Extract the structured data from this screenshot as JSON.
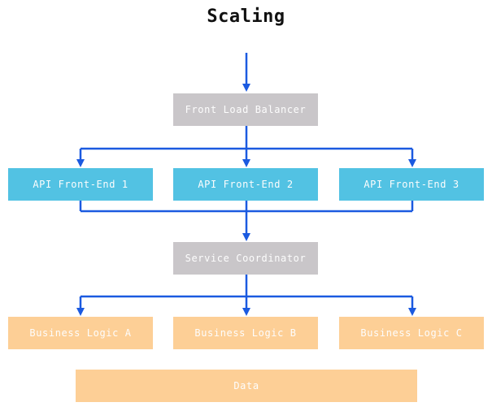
{
  "diagram": {
    "title": "Scaling",
    "type": "flowchart",
    "colors": {
      "arrow": "#1b5ae0",
      "gray_box": "#c9c6c9",
      "cyan_box": "#52c2e3",
      "orange_box": "#fdcf96",
      "label_text": "#fdfdfd",
      "title_text": "#111111"
    },
    "nodes": {
      "front_load_balancer": {
        "label": "Front Load Balancer",
        "color": "gray"
      },
      "api_front_end_1": {
        "label": "API Front-End 1",
        "color": "cyan"
      },
      "api_front_end_2": {
        "label": "API Front-End 2",
        "color": "cyan"
      },
      "api_front_end_3": {
        "label": "API Front-End 3",
        "color": "cyan"
      },
      "service_coordinator": {
        "label": "Service Coordinator",
        "color": "gray"
      },
      "business_logic_a": {
        "label": "Business Logic A",
        "color": "orange"
      },
      "business_logic_b": {
        "label": "Business Logic B",
        "color": "orange"
      },
      "business_logic_c": {
        "label": "Business Logic C",
        "color": "orange"
      },
      "data": {
        "label": "Data",
        "color": "orange"
      }
    },
    "edges": [
      {
        "from": "title",
        "to": "front_load_balancer"
      },
      {
        "from": "front_load_balancer",
        "to": "api_front_end_1"
      },
      {
        "from": "front_load_balancer",
        "to": "api_front_end_2"
      },
      {
        "from": "front_load_balancer",
        "to": "api_front_end_3"
      },
      {
        "from": "api_front_end_1",
        "to": "service_coordinator"
      },
      {
        "from": "api_front_end_2",
        "to": "service_coordinator"
      },
      {
        "from": "api_front_end_3",
        "to": "service_coordinator"
      },
      {
        "from": "service_coordinator",
        "to": "business_logic_a"
      },
      {
        "from": "service_coordinator",
        "to": "business_logic_b"
      },
      {
        "from": "service_coordinator",
        "to": "business_logic_c"
      }
    ]
  }
}
